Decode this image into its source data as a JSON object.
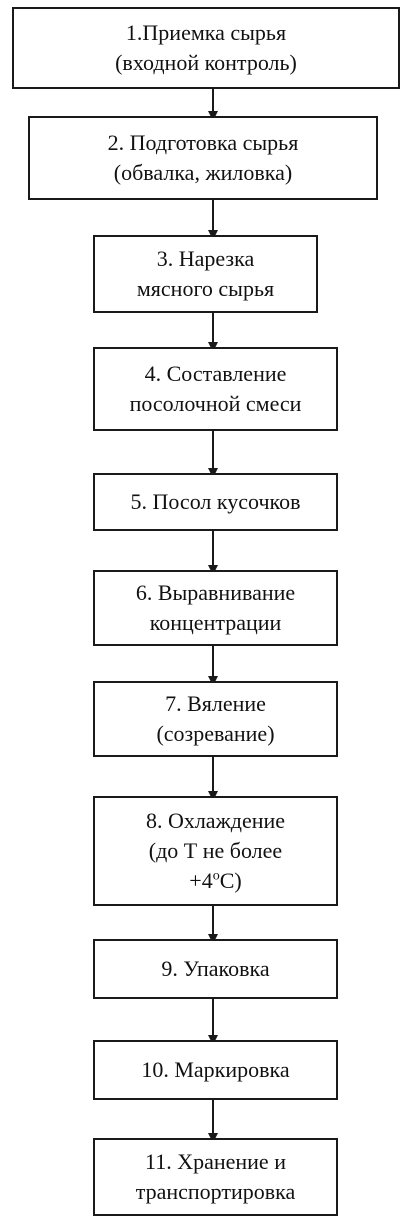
{
  "steps": [
    {
      "line1": "1.Приемка сырья",
      "line2": "(входной контроль)"
    },
    {
      "line1": "2. Подготовка сырья",
      "line2": "(обвалка, жиловка)"
    },
    {
      "line1": "3. Нарезка",
      "line2": "мясного сырья"
    },
    {
      "line1": "4. Составление",
      "line2": "посолочной смеси"
    },
    {
      "line1": "5. Посол кусочков"
    },
    {
      "line1": "6. Выравнивание",
      "line2": "концентрации"
    },
    {
      "line1": "7. Вяление",
      "line2": "(созревание)"
    },
    {
      "line1": "8. Охлаждение",
      "line2": "(до Т не более",
      "line3_pre": "+4",
      "line3_sup": "о",
      "line3_post": "С)"
    },
    {
      "line1": "9. Упаковка"
    },
    {
      "line1": "10. Маркировка"
    },
    {
      "line1": "11. Хранение и",
      "line2": "транспортировка"
    }
  ]
}
